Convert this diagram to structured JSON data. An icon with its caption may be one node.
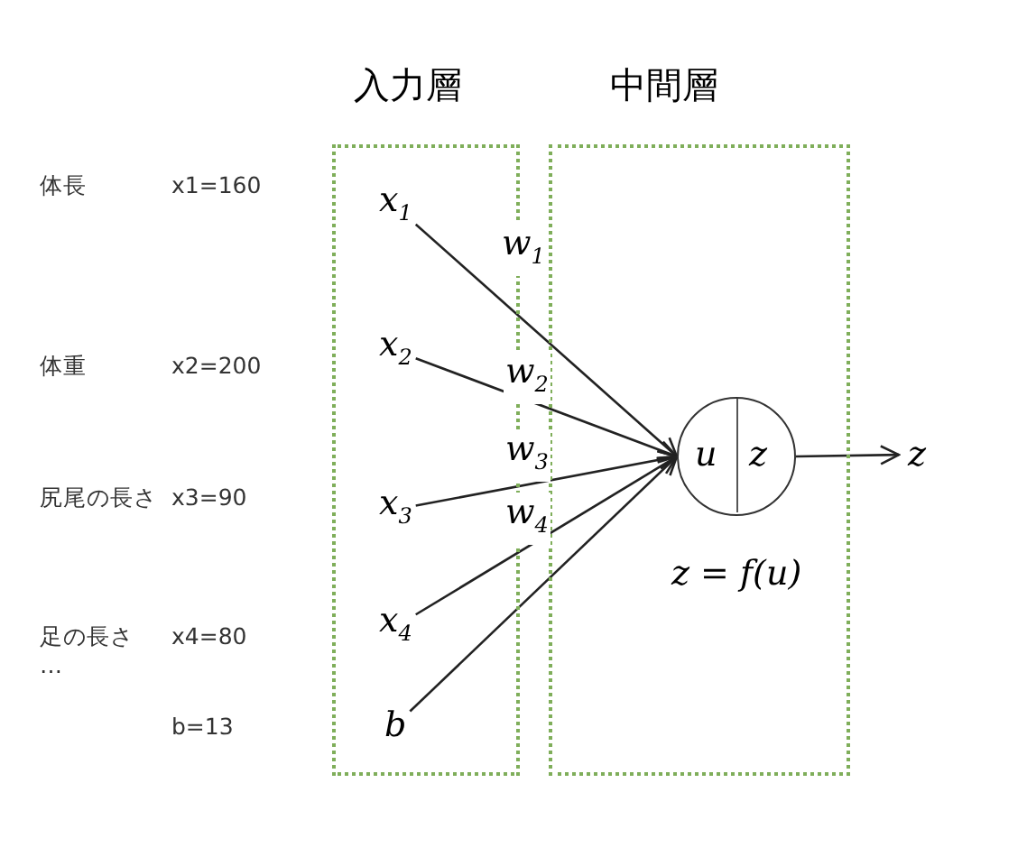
{
  "diagram": {
    "nodes": [
      {
        "text": [
          "入力層"
        ]
      },
      {
        "text": [
          "中間層"
        ]
      },
      {
        "text": [
          "x$_{1}$"
        ],
        "in": 0
      },
      {
        "text": [
          "x$_{2}$"
        ],
        "in": 0
      },
      {
        "text": [
          "x$_{3}$"
        ],
        "in": 0
      },
      {
        "text": [
          "x$_{4}$"
        ],
        "in": 0
      },
      {
        "text": [
          "b"
        ],
        "in": 0
      },
      {
        "text": [
          "u",
          "z"
        ],
        "in": 1,
        "beside": [
          "z = f(u)"
        ]
      },
      {
        "text": [
          "z"
        ]
      }
    ],
    "edges": [
      {
        "from": 2,
        "to": 7,
        "arrow": "to",
        "label": "w$_{1}$"
      },
      {
        "from": 3,
        "to": 7,
        "arrow": "to",
        "label": "w$_{2}$"
      },
      {
        "from": 4,
        "to": 7,
        "arrow": "to",
        "label": "w$_{3}$"
      },
      {
        "from": 5,
        "to": 7,
        "arrow": "to",
        "label": "w$_{4}$"
      },
      {
        "from": 6,
        "to": 7,
        "arrow": "to"
      },
      {
        "from": 7,
        "to": 8,
        "arrow": "to"
      }
    ],
    "labels": [
      "体長",
      "x1=160",
      "体重",
      "x2=200",
      "尻尾の長さ",
      "x3=90",
      "足の長さ",
      "x4=80",
      "…",
      "b=13"
    ]
  }
}
